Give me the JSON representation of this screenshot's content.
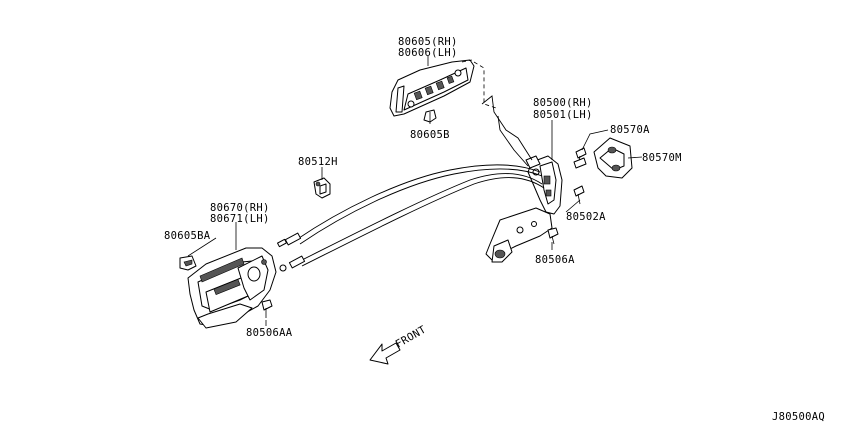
{
  "labels": {
    "outside_handle_rh": "80605(RH)",
    "outside_handle_lh": "80606(LH)",
    "handle_cap": "80605B",
    "lock_rh": "80500(RH)",
    "lock_lh": "80501(LH)",
    "striker_bolt": "80570A",
    "striker": "80570M",
    "cable_clip": "80512H",
    "inside_handle_rh": "80670(RH)",
    "inside_handle_lh": "80671(LH)",
    "inside_handle_cap": "80605BA",
    "lock_screw": "80502A",
    "lock_bolt": "80506A",
    "inside_handle_screw": "80506AA",
    "front": "FRONT",
    "diagram_id": "J80500AQ"
  }
}
